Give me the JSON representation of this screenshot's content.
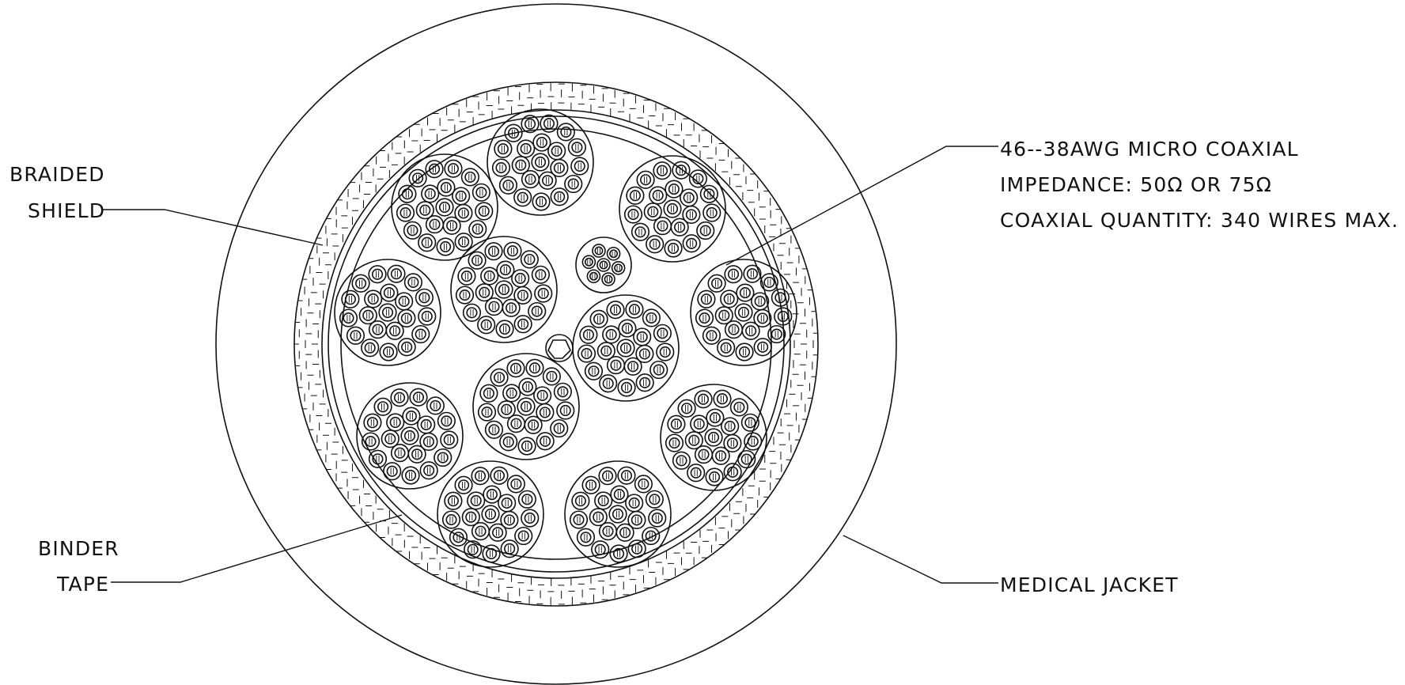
{
  "labels": {
    "braided_shield": [
      "BRAIDED",
      "SHIELD"
    ],
    "binder_tape": [
      "BINDER",
      "TAPE"
    ],
    "micro_coax": {
      "line1": "46--38AWG  MICRO COAXIAL",
      "line2": "IMPEDANCE: 50Ω  OR 75Ω",
      "line3": "COAXIAL QUANTITY: 340 WIRES MAX."
    },
    "medical_jacket": "MEDICAL JACKET"
  },
  "colors": {
    "line": "#111111",
    "background": "#ffffff"
  }
}
